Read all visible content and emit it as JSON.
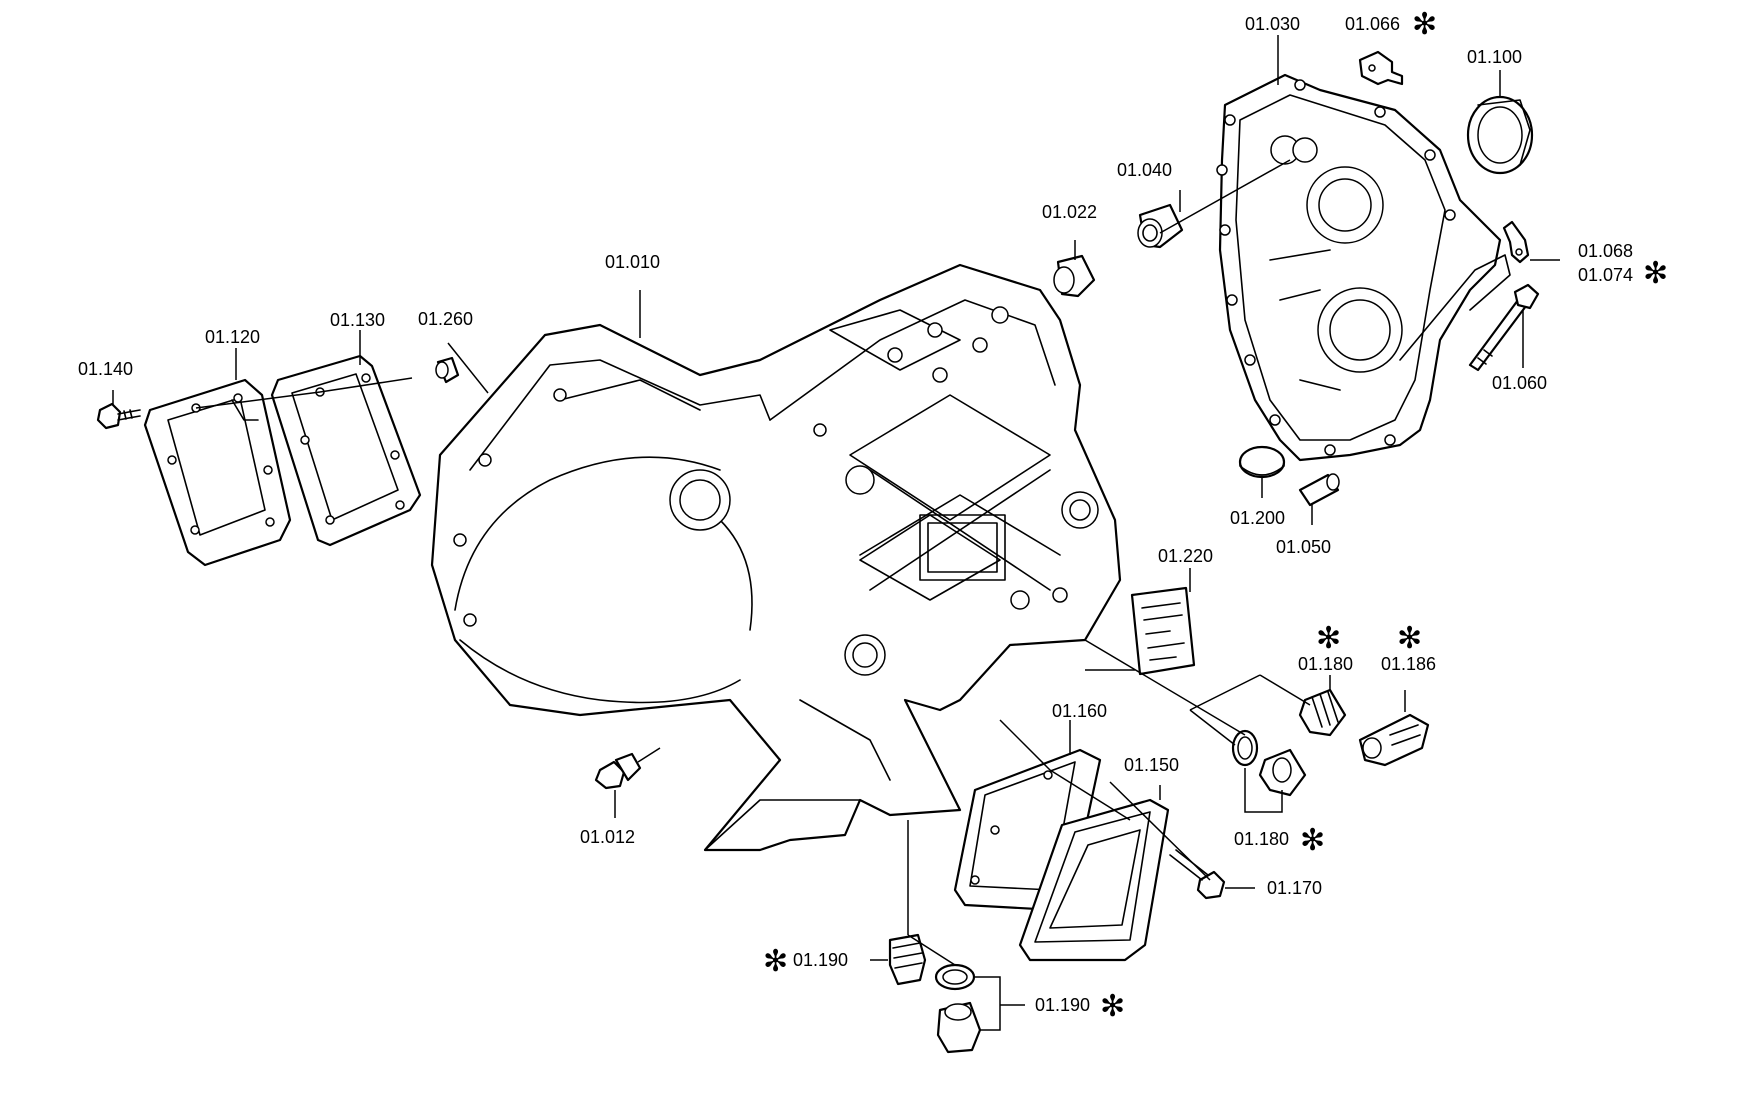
{
  "labels": {
    "l01010": "01.010",
    "l01012": "01.012",
    "l01022": "01.022",
    "l01030": "01.030",
    "l01040": "01.040",
    "l01050": "01.050",
    "l01060": "01.060",
    "l01066": "01.066",
    "l01068": "01.068",
    "l01074": "01.074",
    "l01100": "01.100",
    "l01120": "01.120",
    "l01130": "01.130",
    "l01140": "01.140",
    "l01150": "01.150",
    "l01160": "01.160",
    "l01170": "01.170",
    "l01180a": "01.180",
    "l01180b": "01.180",
    "l01186": "01.186",
    "l01190a": "01.190",
    "l01190b": "01.190",
    "l01200": "01.200",
    "l01220": "01.220",
    "l01260": "01.260"
  },
  "marker": "✻"
}
